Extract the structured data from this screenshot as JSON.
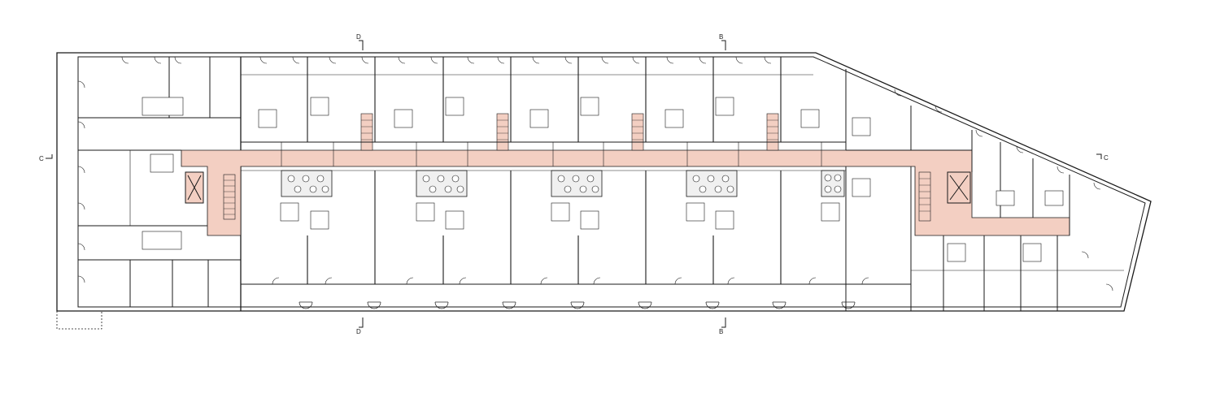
{
  "diagram": {
    "type": "architectural-floor-plan",
    "section_markers": {
      "d_top": "D",
      "b_top": "B",
      "d_bottom": "D",
      "b_bottom": "B",
      "c_left": "C",
      "c_right": "C"
    },
    "colors": {
      "corridor_fill": "#f3cfc2",
      "wall_stroke": "#1a1a1a",
      "background": "#ffffff"
    },
    "icon_names": [
      "door-swing-icon",
      "stair-icon",
      "elevator-icon",
      "bathroom-fixture-icon",
      "table-chairs-icon"
    ]
  }
}
